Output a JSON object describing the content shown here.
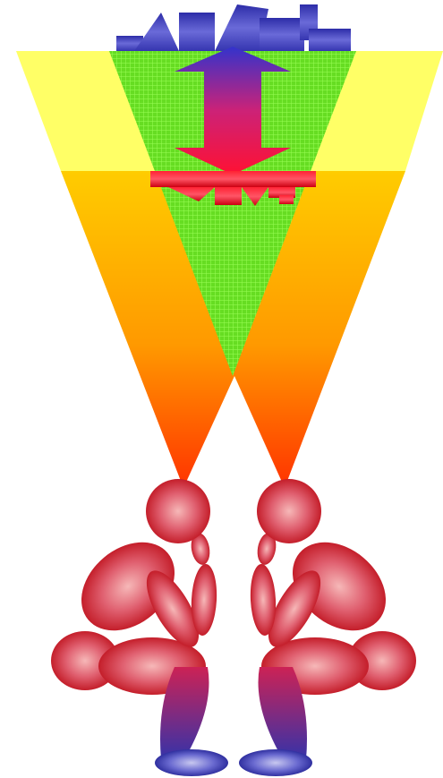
{
  "colors": {
    "background": "#ffffff",
    "yellow_band": "#ffff66",
    "cone_orange_top": "#ffcc00",
    "cone_red_bottom": "#ff3300",
    "grid_green": "#66ee22",
    "figure_red": "#cc2222",
    "figure_pink_highlight": "#f4a0a0",
    "arrow_blue": "#3333cc",
    "arrow_red": "#ff1133"
  },
  "graphic": {
    "top_shape": "blue-stepped-shape",
    "bottom_shape": "red-stepped-shape",
    "arrow": "double-headed-vertical-arrow",
    "figures": [
      "thinking-figure-left",
      "thinking-figure-right"
    ]
  }
}
